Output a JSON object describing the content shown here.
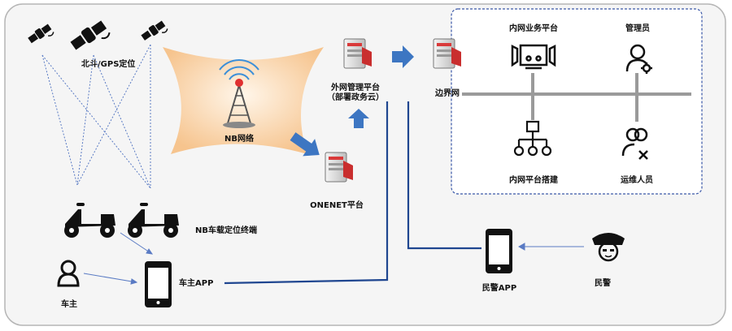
{
  "labels": {
    "beidou": "北斗/GPS定位",
    "nb_network": "NB网络",
    "outer_platform_line1": "外网管理平台",
    "outer_platform_line2": "（部署政务云）",
    "onenet": "ONENET平台",
    "border_net": "边界网",
    "intranet_business": "内网业务平台",
    "admin": "管理员",
    "intranet_build": "内网平台搭建",
    "ops_staff": "运维人员",
    "nb_terminal": "NB车载定位终端",
    "owner": "车主",
    "owner_app": "车主APP",
    "police_app": "民警APP",
    "police": "民警"
  },
  "colors": {
    "frame_border": "#b5b5b5",
    "frame_fill": "#f2f2f2",
    "dash_line": "#5a7bc4",
    "blue_arrow": "#3d76c2",
    "dark_line": "#1f4690",
    "nb_area": "#f7cda0",
    "server_red": "#d93a3a",
    "bus_gray": "#9a9a9a"
  }
}
